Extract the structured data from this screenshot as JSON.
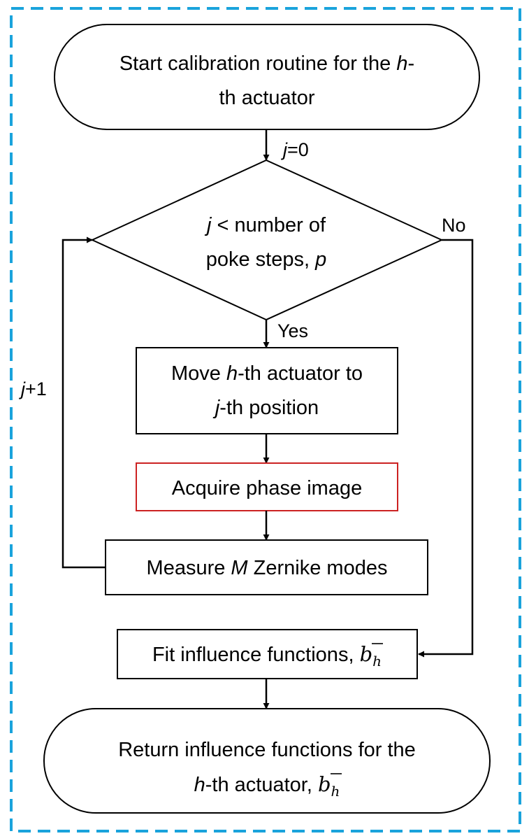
{
  "colors": {
    "frame": "#1aa3dc",
    "acquire_border": "#cc2222",
    "stroke": "#000000"
  },
  "start": {
    "line1_a": "Start calibration routine for the ",
    "line1_b": "h",
    "line1_c": "-",
    "line2": "th actuator"
  },
  "init_label": {
    "var": "j",
    "rest": "=0"
  },
  "decision": {
    "line1_a": "j",
    "line1_b": " < number of",
    "line2_a": "poke steps, ",
    "line2_b": "p"
  },
  "no_label": "No",
  "yes_label": "Yes",
  "loop_label": {
    "var": "j",
    "rest": "+1"
  },
  "move": {
    "line1_a": "Move ",
    "line1_b": "h",
    "line1_c": "-th actuator to",
    "line2_a": "j",
    "line2_b": "-th position"
  },
  "acquire": "Acquire phase image",
  "measure": {
    "a": "Measure ",
    "b": "M",
    "c": " Zernike modes"
  },
  "fit": {
    "a": "Fit influence functions, ",
    "sym": "b",
    "sub": "h"
  },
  "end": {
    "line1": "Return influence functions for the",
    "line2_a": "h",
    "line2_b": "-th actuator, ",
    "sym": "b",
    "sub": "h"
  }
}
